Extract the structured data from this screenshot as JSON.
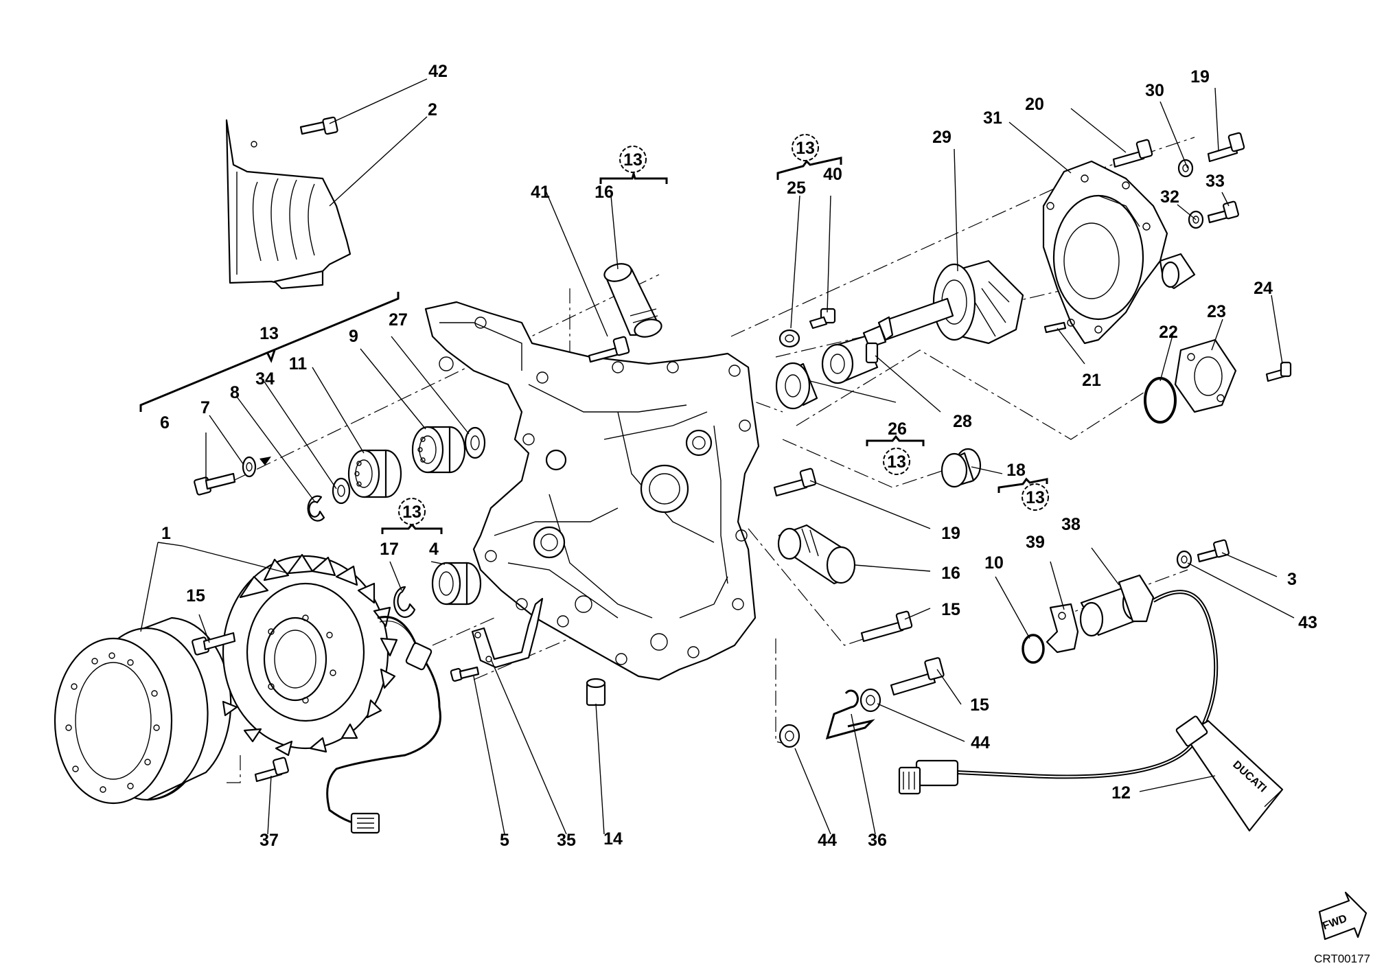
{
  "labels": {
    "p1": "1",
    "p2": "2",
    "p3": "3",
    "p4": "4",
    "p5": "5",
    "p6": "6",
    "p7": "7",
    "p8": "8",
    "p9": "9",
    "p10": "10",
    "p11": "11",
    "p12": "12",
    "p13": "13",
    "p14": "14",
    "p15a": "15",
    "p15b": "15",
    "p15c": "15",
    "p16a": "16",
    "p16b": "16",
    "p17": "17",
    "p18": "18",
    "p19a": "19",
    "p19b": "19",
    "p20": "20",
    "p21": "21",
    "p22": "22",
    "p23": "23",
    "p24": "24",
    "p25": "25",
    "p26": "26",
    "p27": "27",
    "p28": "28",
    "p29": "29",
    "p30": "30",
    "p31": "31",
    "p32": "32",
    "p33": "33",
    "p34": "34",
    "p35": "35",
    "p36": "36",
    "p37": "37",
    "p38": "38",
    "p39": "39",
    "p40": "40",
    "p41": "41",
    "p42": "42",
    "p43": "43",
    "p44a": "44",
    "p44b": "44"
  },
  "kit_refs": [
    "13",
    "13",
    "13",
    "13",
    "13"
  ],
  "tube_brand": "DUCATI",
  "fwd_label": "FWD",
  "drawing_code": "CRT00177"
}
